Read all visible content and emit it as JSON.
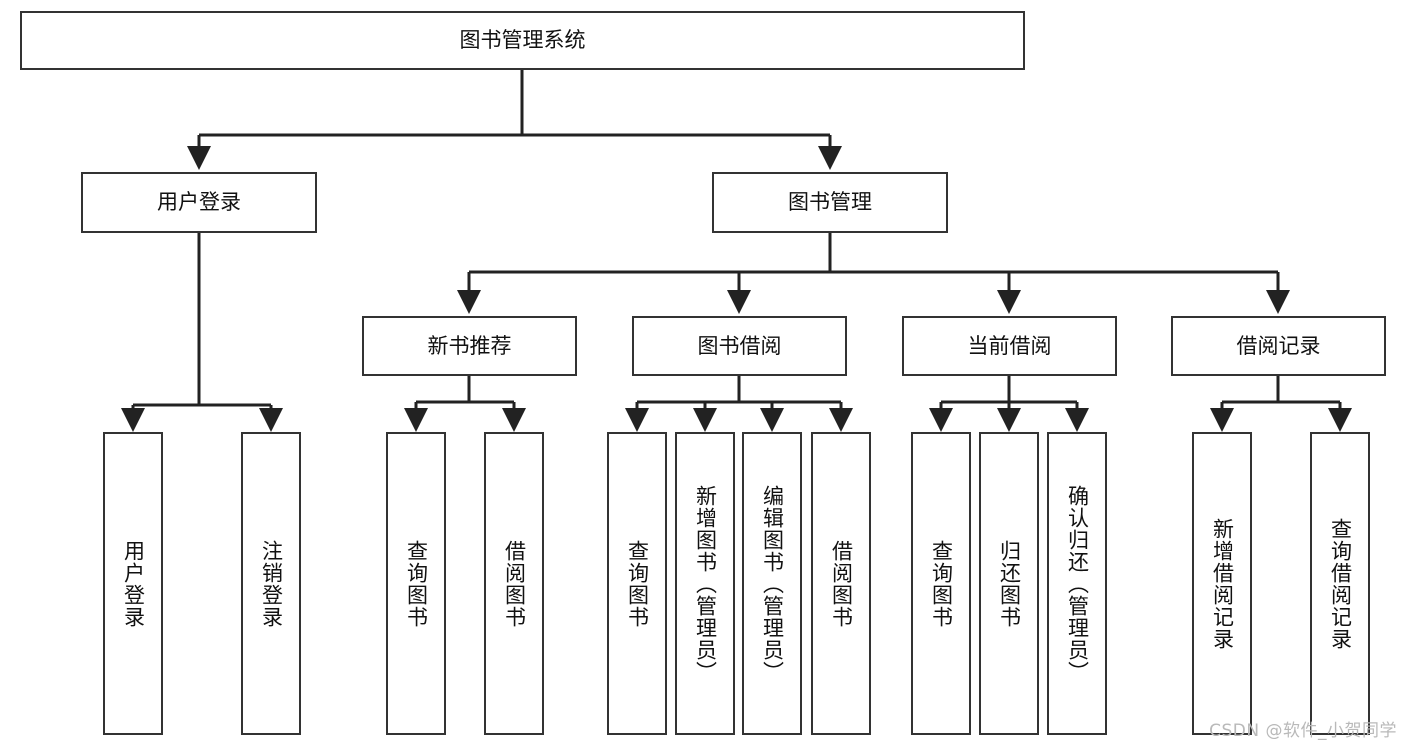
{
  "diagram": {
    "title": "图书管理系统",
    "watermark": "CSDN @软件_小贺同学",
    "colors": {
      "background": "#ffffff",
      "box_border": "#333333",
      "connector": "#222222",
      "text": "#111111",
      "watermark": "#b9b9b9"
    },
    "root": {
      "label": "图书管理系统",
      "level": 1
    },
    "level2": [
      {
        "label": "用户登录"
      },
      {
        "label": "图书管理"
      }
    ],
    "level3": [
      {
        "label": "新书推荐",
        "parent": "图书管理"
      },
      {
        "label": "图书借阅",
        "parent": "图书管理"
      },
      {
        "label": "当前借阅",
        "parent": "图书管理"
      },
      {
        "label": "借阅记录",
        "parent": "图书管理"
      }
    ],
    "leaves": {
      "user_login": [
        {
          "label": "用户登录"
        },
        {
          "label": "注销登录"
        }
      ],
      "new_book": [
        {
          "label": "查询图书"
        },
        {
          "label": "借阅图书"
        }
      ],
      "book_borrow": [
        {
          "label": "查询图书"
        },
        {
          "label": "新增图书（管理员）"
        },
        {
          "label": "编辑图书（管理员）"
        },
        {
          "label": "借阅图书"
        }
      ],
      "current_borrow": [
        {
          "label": "查询图书"
        },
        {
          "label": "归还图书"
        },
        {
          "label": "确认归还（管理员）"
        }
      ],
      "borrow_record": [
        {
          "label": "新增借阅记录"
        },
        {
          "label": "查询借阅记录"
        }
      ]
    }
  }
}
